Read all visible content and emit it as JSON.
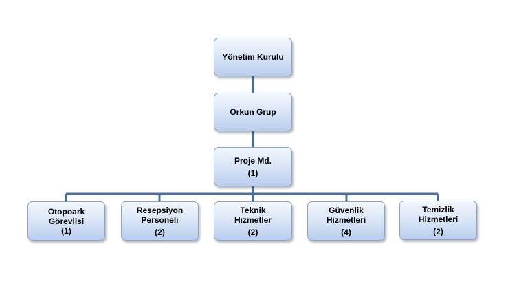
{
  "nodes": {
    "board": {
      "line1": "Yönetim Kurulu"
    },
    "group": {
      "line1": "Orkun Grup"
    },
    "pm": {
      "line1": "Proje Md.",
      "count": "(1)"
    },
    "parking": {
      "line1": "Otopoark",
      "line2": "Görevlisi",
      "count": "(1)"
    },
    "reception": {
      "line1": "Resepsiyon",
      "line2": "Personeli",
      "count": "(2)"
    },
    "technical": {
      "line1": "Teknik",
      "line2": "Hizmetler",
      "count": "(2)"
    },
    "security": {
      "line1": "Güvenlik",
      "line2": "Hizmetleri",
      "count": "(4)"
    },
    "cleaning": {
      "line1": "Temizlik",
      "line2": "Hizmetleri",
      "count": "(2)"
    }
  },
  "colors": {
    "connector": "#4a6f9c",
    "border": "#8ba3c7"
  }
}
